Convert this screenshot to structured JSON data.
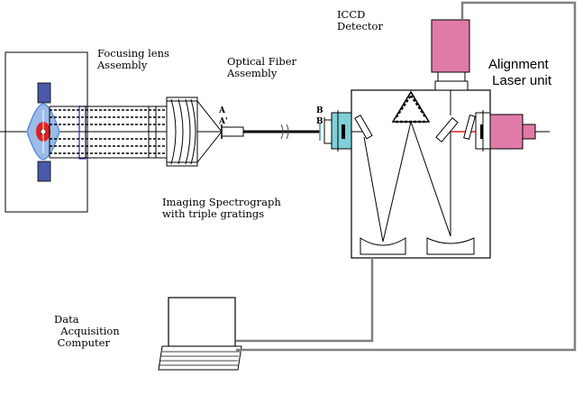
{
  "labels": {
    "focusing_lens": "Focusing lens\nAssembly",
    "optical_fiber": "Optical Fiber\nAssembly",
    "iccd": "ICCD\nDetector",
    "alignment_laser": "Alignment\n Laser unit",
    "spectrograph": "Imaging Spectrograph\nwith triple gratings",
    "computer": "Data\n  Acquisition\n Computer"
  },
  "markers": {
    "a": "A",
    "a_prime": "A'",
    "b": "B",
    "b_prime": "B'"
  },
  "colors": {
    "detector_pink": "#e07ba8",
    "plasma_red": "#e02020",
    "plasma_blue": "#5a8fd8",
    "coil_blue": "#4a5aa8",
    "lens_blue": "#4a50c0",
    "cable_gray": "#808080",
    "flange_cyan": "#7fd0d8"
  }
}
